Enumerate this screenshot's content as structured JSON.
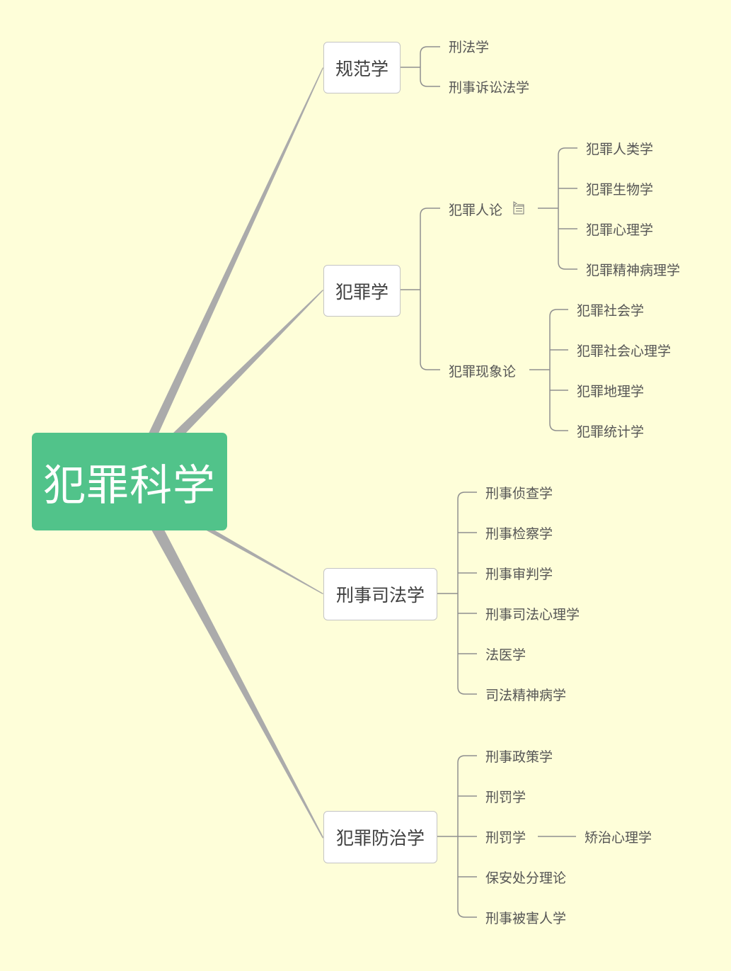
{
  "map": {
    "background": "#fefed9",
    "root": {
      "label": "犯罪科学",
      "color": "#51c38a"
    },
    "branches": [
      {
        "label": "规范学",
        "children": [
          {
            "label": "刑法学"
          },
          {
            "label": "刑事诉讼法学"
          }
        ]
      },
      {
        "label": "犯罪学",
        "children": [
          {
            "label": "犯罪人论",
            "icon": "note-icon",
            "children": [
              {
                "label": "犯罪人类学"
              },
              {
                "label": "犯罪生物学"
              },
              {
                "label": "犯罪心理学"
              },
              {
                "label": "犯罪精神病理学"
              }
            ]
          },
          {
            "label": "犯罪现象论",
            "children": [
              {
                "label": "犯罪社会学"
              },
              {
                "label": "犯罪社会心理学"
              },
              {
                "label": "犯罪地理学"
              },
              {
                "label": "犯罪统计学"
              }
            ]
          }
        ]
      },
      {
        "label": "刑事司法学",
        "children": [
          {
            "label": "刑事侦查学"
          },
          {
            "label": "刑事检察学"
          },
          {
            "label": "刑事审判学"
          },
          {
            "label": "刑事司法心理学"
          },
          {
            "label": "法医学"
          },
          {
            "label": "司法精神病学"
          }
        ]
      },
      {
        "label": "犯罪防治学",
        "children": [
          {
            "label": "刑事政策学"
          },
          {
            "label": "刑罚学"
          },
          {
            "label": "刑罚学",
            "children": [
              {
                "label": "矫治心理学"
              }
            ]
          },
          {
            "label": "保安处分理论"
          },
          {
            "label": "刑事被害人学"
          }
        ]
      }
    ]
  }
}
